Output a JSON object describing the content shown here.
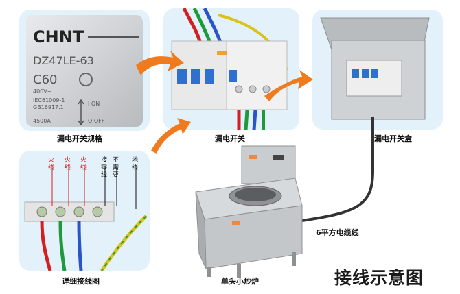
{
  "spec_panel": {
    "brand": "CHNT",
    "model": "DZ47LE-63",
    "rating": "C60",
    "voltage": "400V~",
    "standard1": "IEC61009-1",
    "standard2": "GB16917.1",
    "breaking": "4500A",
    "on_label": "I ON",
    "off_label": "O OFF",
    "caption": "漏电开关规格"
  },
  "breaker_panel": {
    "caption": "漏电开关"
  },
  "box_panel": {
    "caption": "漏电开关盒"
  },
  "wiring_panel": {
    "caption": "详细接线图",
    "labels": [
      "火\n线",
      "火\n线",
      "火\n线",
      "接\n零\n线",
      "不\n需\n要",
      "地\n线"
    ]
  },
  "stove": {
    "caption": "单头小炒炉"
  },
  "cable": {
    "caption": "6平方电缆线"
  },
  "title": "接线示意图",
  "colors": {
    "panel_bg": "#e3f1fb",
    "arrow": "#f07a1e",
    "breaker_blue": "#2f6fd0",
    "wire_red": "#d22020",
    "wire_green": "#1f9a3a",
    "wire_blue": "#2a55c8",
    "wire_yellow": "#d9c21a",
    "cable": "#333333"
  }
}
